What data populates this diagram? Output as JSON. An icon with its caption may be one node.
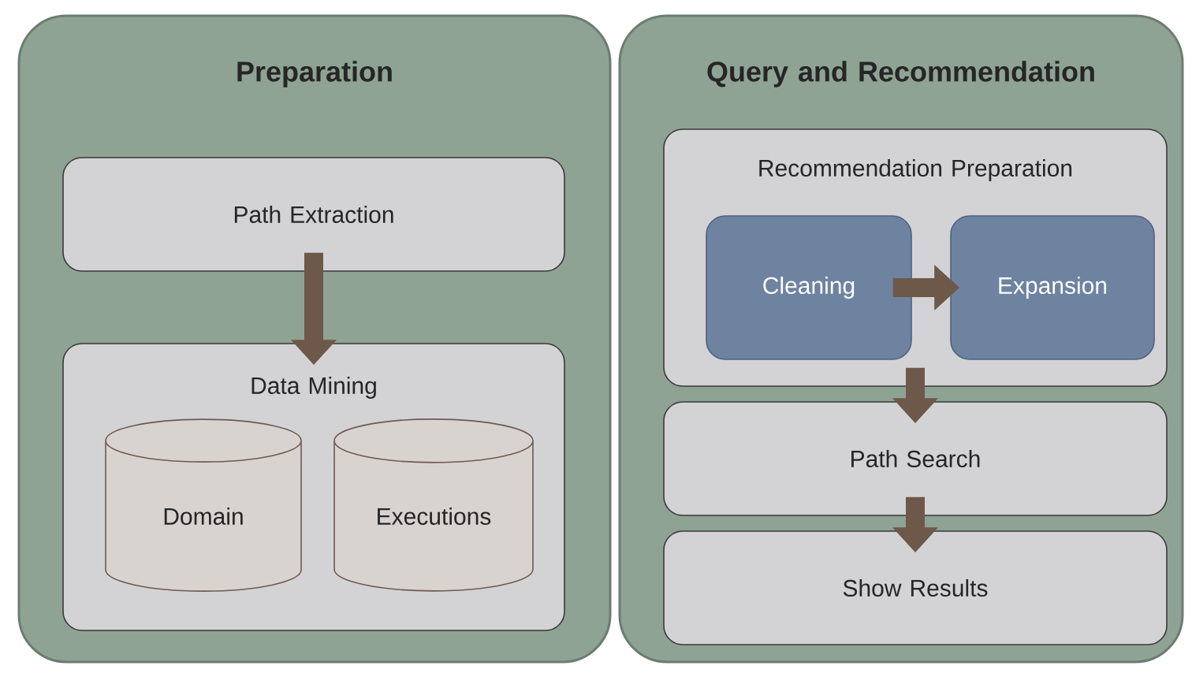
{
  "diagram": {
    "nodes": [
      {
        "text": [
          "Preparation"
        ]
      },
      {
        "text": [
          "Path Extraction"
        ],
        "in": 0
      },
      {
        "text": [
          "Data Mining"
        ],
        "in": 0
      },
      {
        "text": [
          "Domain"
        ],
        "in": 2
      },
      {
        "text": [
          "Executions"
        ],
        "in": 2
      },
      {
        "text": [
          "Query and Recommendation"
        ]
      },
      {
        "text": [
          "Recommendation Preparation"
        ],
        "in": 5
      },
      {
        "text": [
          "Cleaning"
        ],
        "in": 6
      },
      {
        "text": [
          "Expansion"
        ],
        "in": 6
      },
      {
        "text": [
          "Path Search"
        ],
        "in": 5
      },
      {
        "text": [
          "Show Results"
        ],
        "in": 5
      }
    ],
    "edges": [
      {
        "from": 1,
        "to": 2,
        "arrow": "to"
      },
      {
        "from": 7,
        "to": 8,
        "arrow": "to"
      },
      {
        "from": 6,
        "to": 9,
        "arrow": "to"
      },
      {
        "from": 9,
        "to": 10,
        "arrow": "to"
      }
    ]
  }
}
